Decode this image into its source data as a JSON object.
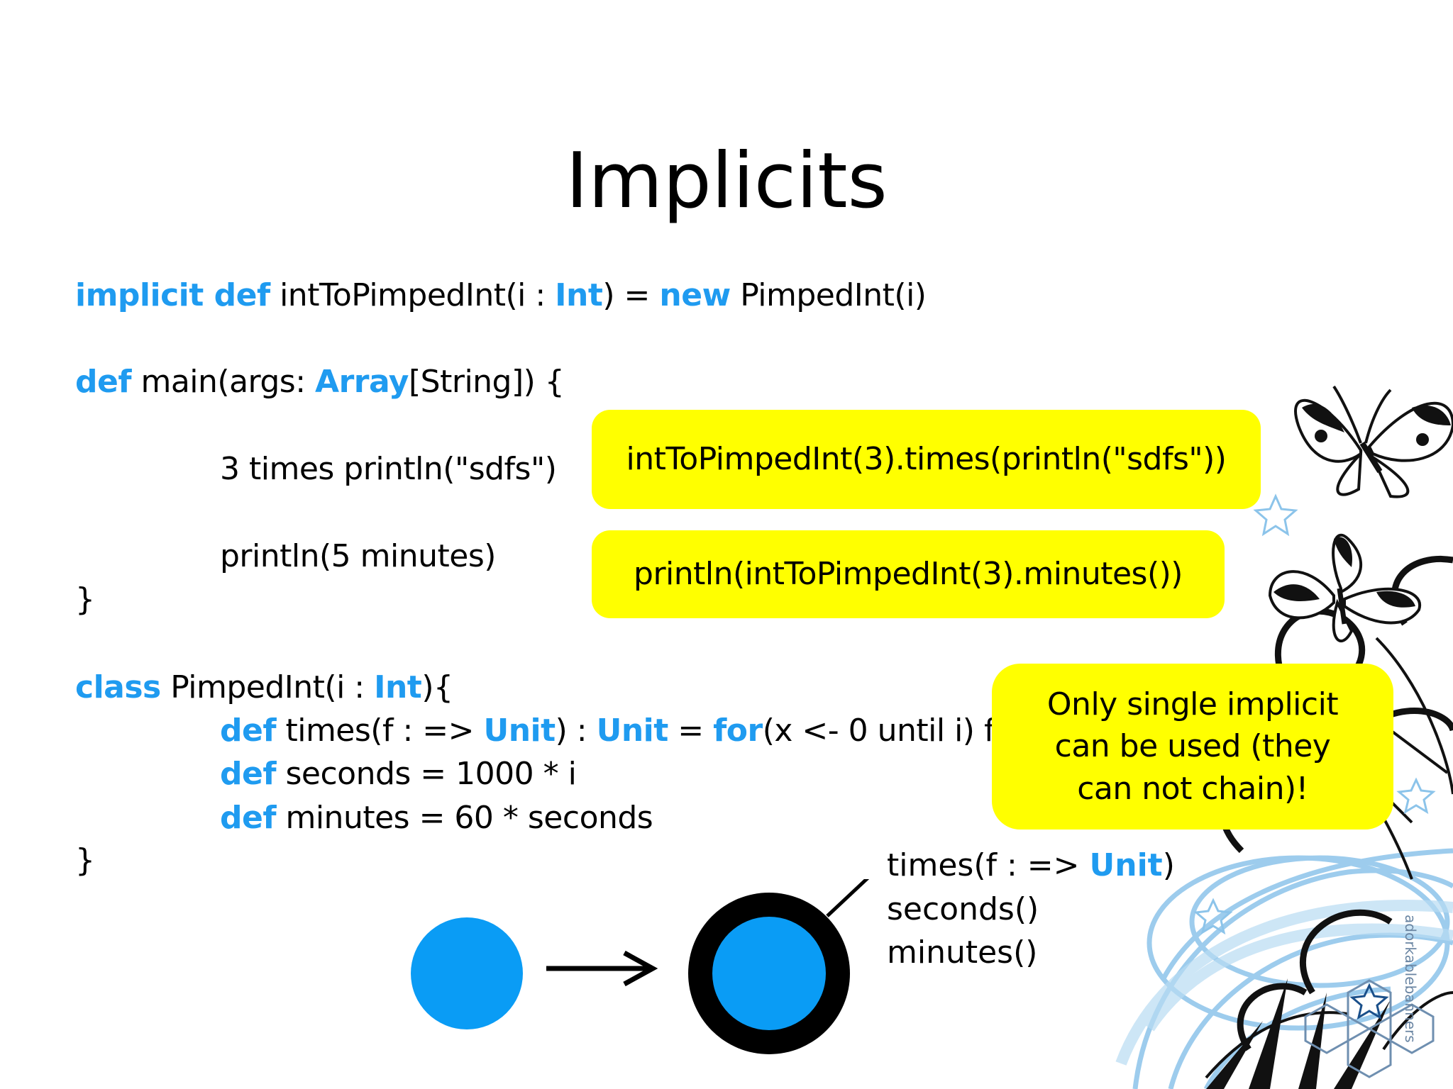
{
  "slide": {
    "title": "Implicits",
    "code": {
      "l1": {
        "k1": "implicit def",
        "t1": " intToPimpedInt(i : ",
        "k2": "Int",
        "t2": ") = ",
        "k3": "new",
        "t3": " PimpedInt(i)"
      },
      "l2": {
        "k1": "def",
        "t1": " main(args: ",
        "k2": "Array",
        "t2": "[String]) {"
      },
      "l3": {
        "t1": "3 times println(\"sdfs\")"
      },
      "l4": {
        "t1": "println(5 minutes)"
      },
      "l5": {
        "t1": "}"
      },
      "l6": {
        "k1": "class",
        "t1": " PimpedInt(i : ",
        "k2": "Int",
        "t2": "){"
      },
      "l7": {
        "k1": "def",
        "t1": " times(f : => ",
        "k2": "Unit",
        "t2": ") : ",
        "k3": "Unit",
        "t3": " = ",
        "k4": "for",
        "t4": "(x <- 0 until i) f"
      },
      "l8": {
        "k1": "def",
        "t1": " seconds = 1000 * i"
      },
      "l9": {
        "k1": "def",
        "t1": " minutes = 60 * seconds"
      },
      "l10": {
        "t1": "}"
      }
    },
    "callouts": {
      "times": "intToPimpedInt(3).times(println(\"sdfs\"))",
      "minutes": "println(intToPimpedInt(3).minutes())",
      "note": "Only single implicit\ncan be used (they\ncan not chain)!"
    },
    "members": {
      "m1": {
        "t1": "times(f : => ",
        "k1": "Unit",
        "t2": ")"
      },
      "m2": "seconds()",
      "m3": "minutes()"
    },
    "watermark": "adorkablebanners",
    "colors": {
      "keyword": "#1f9bf0",
      "callout": "#ffff00",
      "circle": "#0a9cf5"
    }
  }
}
